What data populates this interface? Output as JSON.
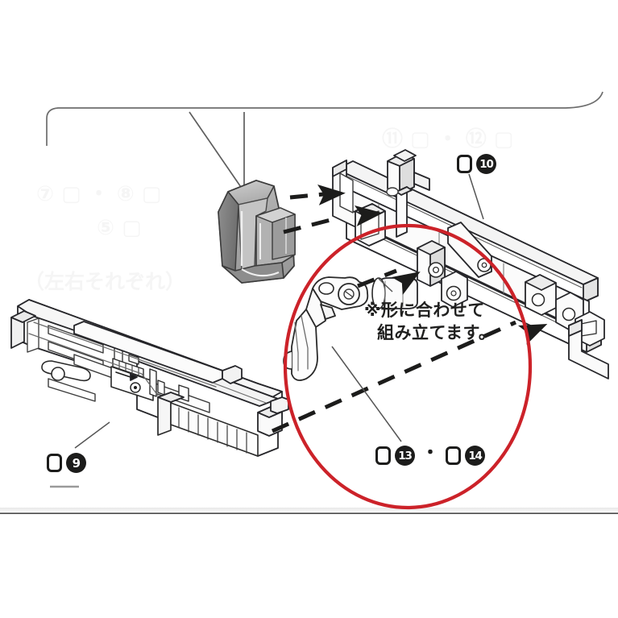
{
  "document": {
    "kind": "assembly-instruction-diagram",
    "language": "ja",
    "background_color": "#ffffff",
    "ink_color": "#1c1c1b",
    "highlight_color": "#cc2229",
    "shade_color": "#8a8a8a"
  },
  "note": {
    "line1": "※形に合わせて",
    "line2": "組み立てます。"
  },
  "labels": {
    "part_9": {
      "marker": "square-outline",
      "number": "9"
    },
    "part_10": {
      "marker": "square-outline",
      "number": "10"
    },
    "part_13": {
      "marker": "square-outline",
      "number": "13"
    },
    "part_14": {
      "marker": "square-outline",
      "number": "14"
    },
    "separator": "・"
  },
  "ghost_watermark": {
    "row_top": "⑪ ▢ ・ ⑫ ▢",
    "row_left_1": "⑦ ▢ ・ ⑧ ▢",
    "row_left_2": "⑤ ▢",
    "row_left_3": "（左右それぞれ）"
  },
  "annotations": {
    "highlight_circle": "red-ellipse-emphasis",
    "assembly_arrows": 4,
    "leader_lines": 4
  }
}
